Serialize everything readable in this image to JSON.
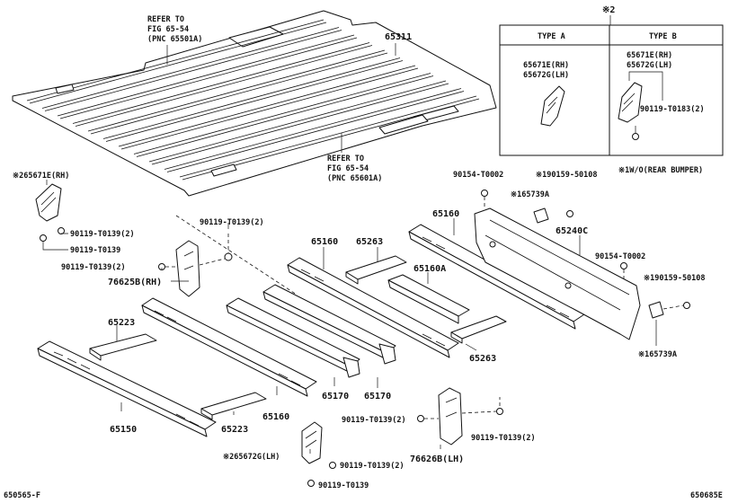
{
  "labels": {
    "refer_top": [
      "REFER TO",
      "FIG 65-54",
      "(PNC 65501A)"
    ],
    "refer_bottom": [
      "REFER TO",
      "FIG 65-54",
      "(PNC 65601A)"
    ],
    "p65311": "65311",
    "note2": "※2",
    "type_a": "TYPE A",
    "type_b": "TYPE B",
    "typea_rh": "65671E(RH)",
    "typea_lh": "65672G(LH)",
    "typeb_rh": "65671E(RH)",
    "typeb_lh": "65672G(LH)",
    "typeb_bolt": "90119-T0183(2)",
    "note1": "※1W/O(REAR BUMPER)",
    "left_top_rh": "※265671E(RH)",
    "l_b1": "90119-T0139(2)",
    "l_b2": "90119-T0139",
    "l_b3": "90119-T0139(2)",
    "l_b4": "90119-T0139(2)",
    "p76625b": "76625B(RH)",
    "p65263a": "65263",
    "p65160a": "65160",
    "p65160_top": "65160",
    "p65160b": "65160A",
    "p90154a": "90154-T0002",
    "p190159a": "※190159-50108",
    "p165739a": "※165739A",
    "p65240c": "65240C",
    "p90154b": "90154-T0002",
    "p190159b": "※190159-50108",
    "p165739b": "※165739A",
    "p65263b": "65263",
    "p65223a": "65223",
    "p65150": "65150",
    "p65223b": "65223",
    "p65160c": "65160",
    "p65170a": "65170",
    "p65170b": "65170",
    "r_b1": "90119-T0139(2)",
    "r_b2": "90119-T0139(2)",
    "p76626b": "76626B(LH)",
    "left_bot_lh": "※265672G(LH)",
    "lb_b1": "90119-T0139(2)",
    "lb_b2": "90119-T0139",
    "code_left": "650565-F",
    "code_right": "650685E"
  }
}
